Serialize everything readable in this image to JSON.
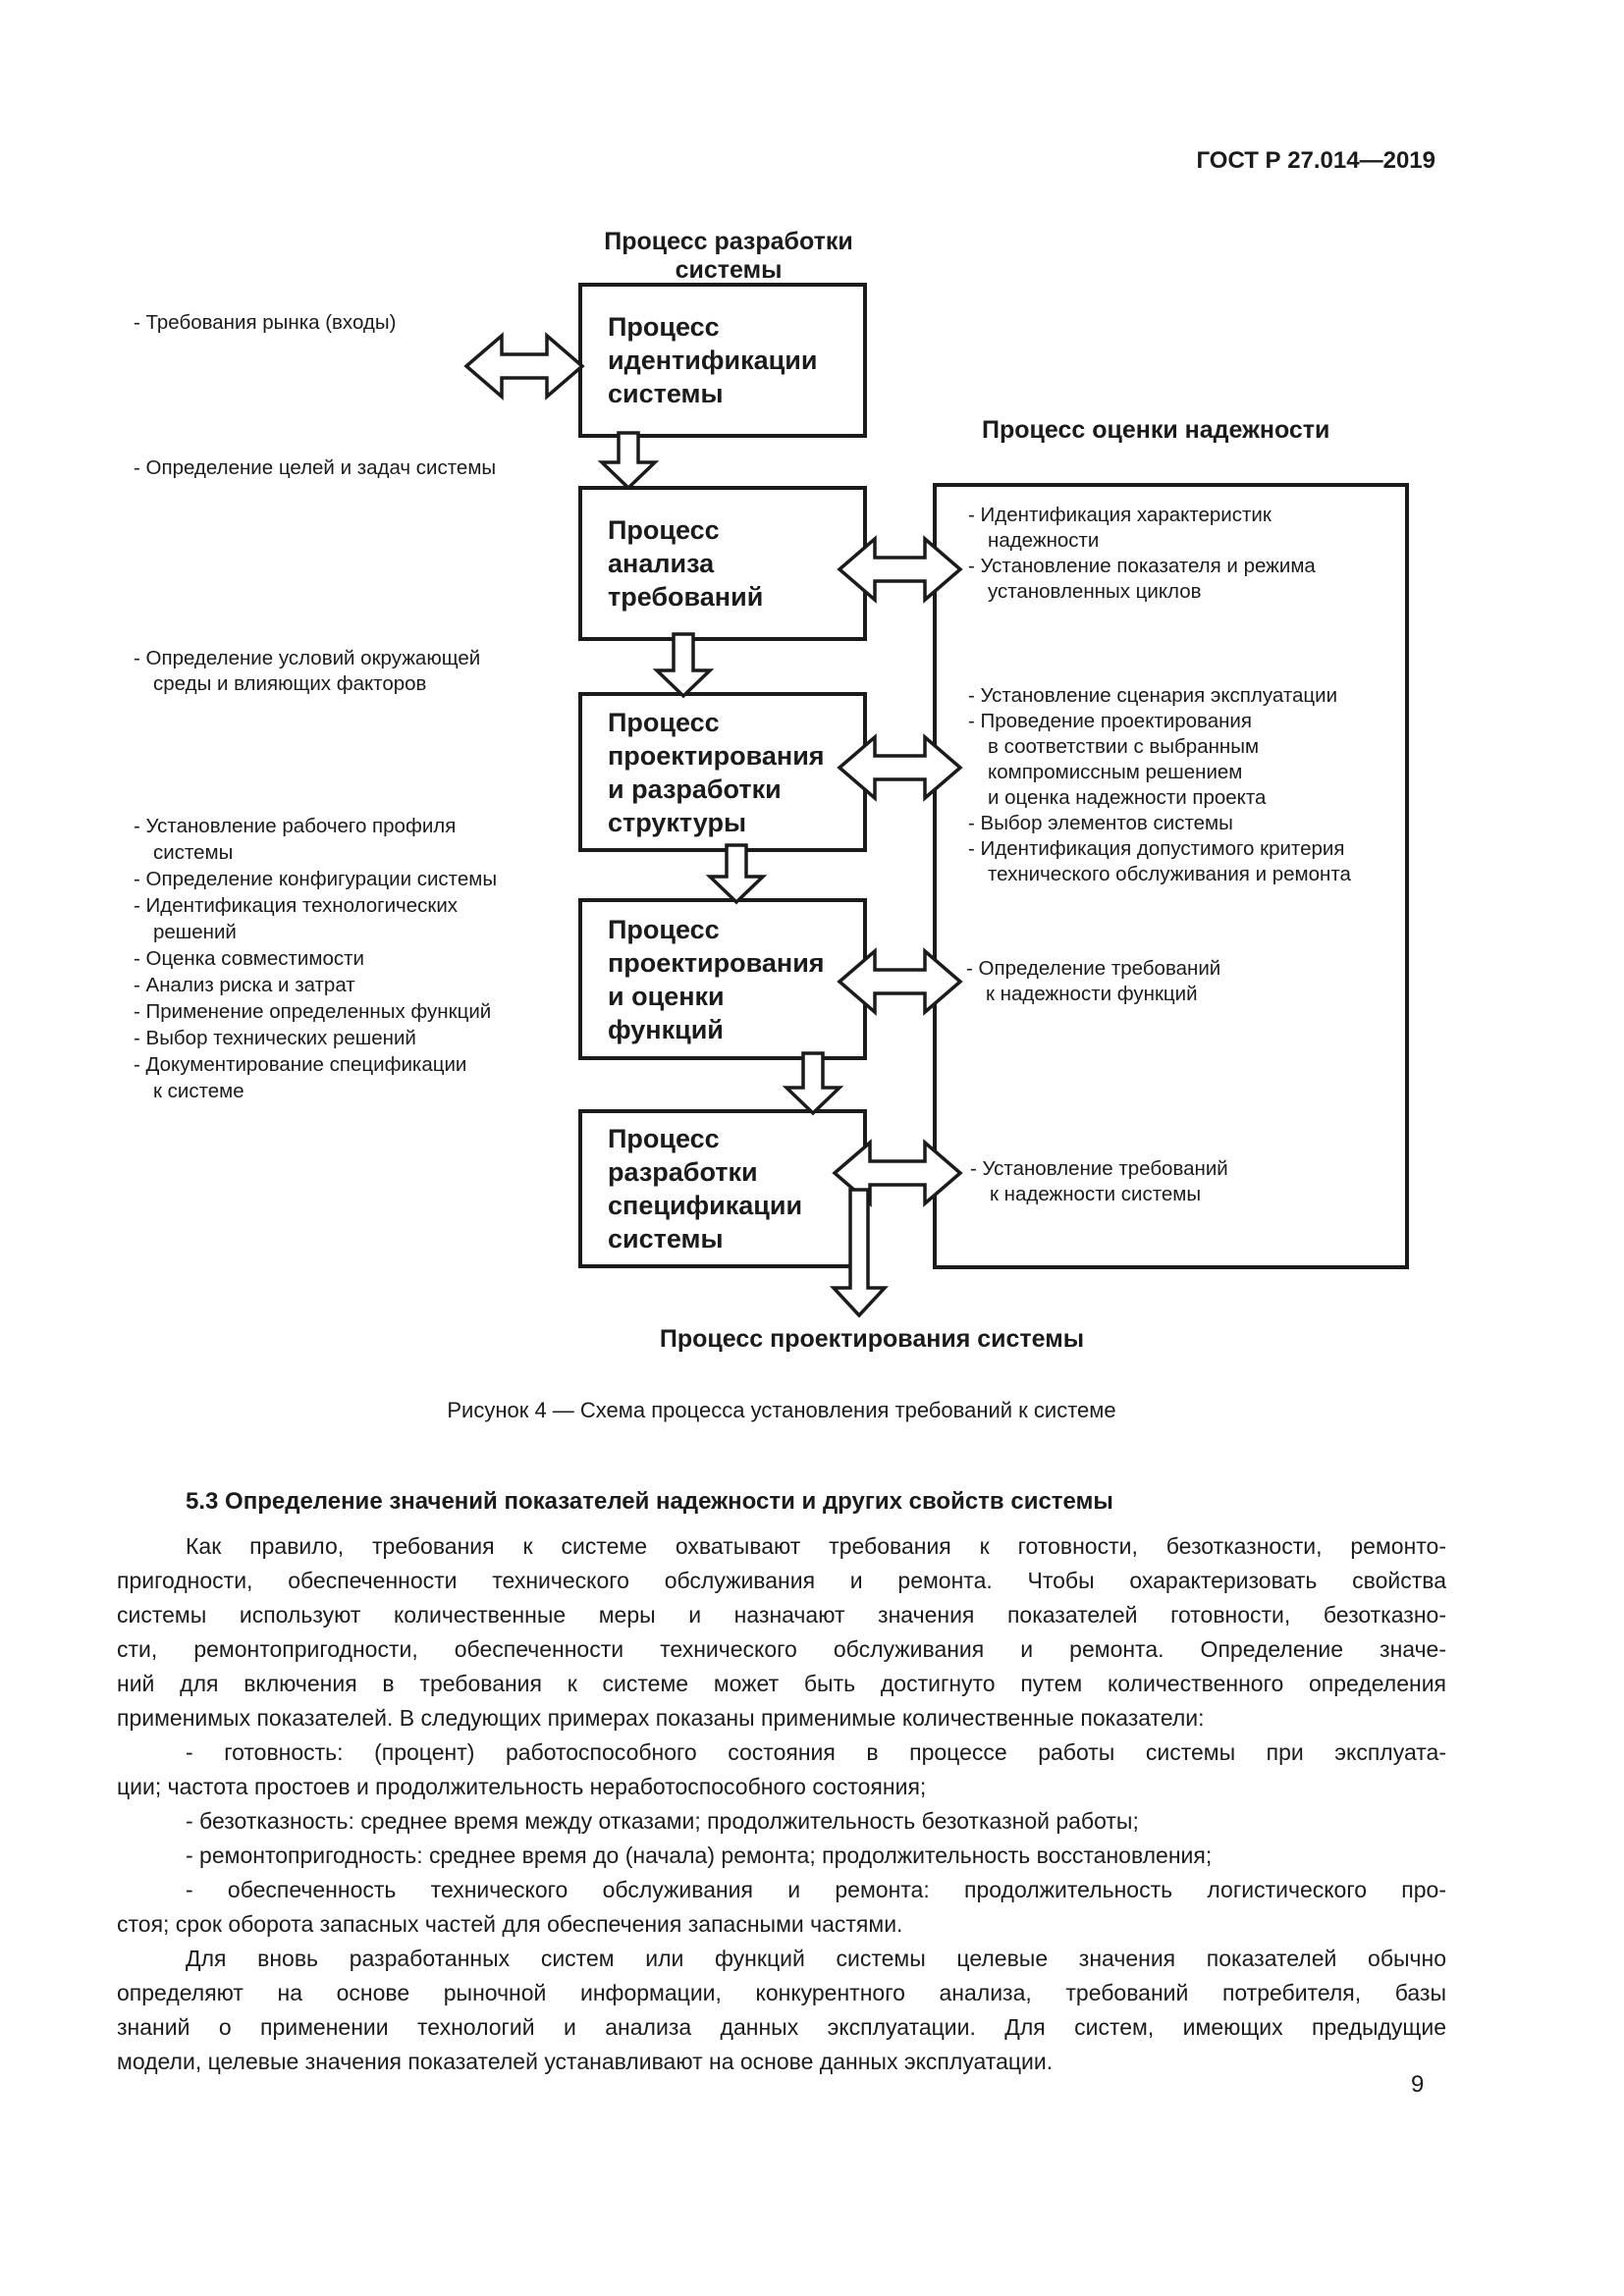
{
  "colors": {
    "ink": "#1b1b1b",
    "background": "#ffffff"
  },
  "page": {
    "header": "ГОСТ Р 27.014—2019",
    "page_number": "9"
  },
  "diagram": {
    "top_title": "Процесс разработки системы",
    "right_title": "Процесс оценки надежности",
    "bottom_title": "Процесс проектирования системы",
    "boxes": [
      {
        "label": "Процесс\nидентификации\nсистемы"
      },
      {
        "label": "Процесс\nанализа\nтребований"
      },
      {
        "label": "Процесс\nпроектирования\nи разработки\nструктуры"
      },
      {
        "label": "Процесс\nпроектирования\nи оценки\nфункций"
      },
      {
        "label": "Процесс\nразработки\nспецификации\nсистемы"
      }
    ],
    "left_note_1": "- Требования рынка (входы)",
    "left_note_2": "- Определение целей и задач системы",
    "left_note_3": "- Определение условий окружающей\nсреды и влияющих факторов",
    "left_list": [
      "- Установление рабочего профиля\nсистемы",
      "- Определение конфигурации системы",
      "- Идентификация технологических\nрешений",
      "- Оценка совместимости",
      "- Анализ риска и затрат",
      "- Применение определенных функций",
      "- Выбор технических решений",
      "- Документирование спецификации\nк системе"
    ],
    "right_group_1": [
      "- Идентификация характеристик\nнадежности",
      "- Установление показателя и режима\nустановленных циклов"
    ],
    "right_group_2": [
      "- Установление сценария эксплуатации",
      "- Проведение проектирования\nв соответствии с выбранным\nкомпромиссным решением\nи оценка  надежности проекта",
      "- Выбор элементов системы",
      "- Идентификация допустимого критерия\nтехнического обслуживания и ремонта"
    ],
    "right_note_3": "- Определение требований\nк надежности функций",
    "right_note_4": "- Установление требований\nк надежности системы"
  },
  "figure": {
    "caption": "Рисунок 4 — Схема процесса установления требований к системе"
  },
  "section": {
    "heading": "5.3 Определение значений показателей надежности и других свойств системы"
  },
  "body": {
    "paragraphs": [
      {
        "lines": [
          "Как правило, требования к системе охватывают требования к готовности, безотказности, ремонто-",
          "пригодности, обеспеченности технического обслуживания и ремонта. Чтобы охарактеризовать свойства",
          "системы используют количественные меры и назначают значения показателей готовности, безотказно-",
          "сти, ремонтопригодности, обеспеченности технического обслуживания и ремонта. Определение значе-",
          "ний для включения в требования к системе может быть достигнуто путем количественного определения",
          "применимых показателей. В следующих примерах показаны применимые количественные показатели:"
        ]
      },
      {
        "lines": [
          "- готовность: (процент) работоспособного состояния в процессе работы системы при эксплуата-",
          "ции; частота простоев и продолжительность неработоспособного состояния;"
        ]
      },
      {
        "lines": [
          "- безотказность: среднее время между отказами; продолжительность безотказной работы;"
        ]
      },
      {
        "lines": [
          "- ремонтопригодность: среднее время до (начала) ремонта; продолжительность  восстановления;"
        ]
      },
      {
        "lines": [
          "- обеспеченность технического обслуживания и ремонта: продолжительность логистического про-",
          "стоя; срок  оборота запасных частей для обеспечения запасными частями."
        ]
      },
      {
        "lines": [
          "Для вновь разработанных систем или функций системы целевые значения показателей обычно",
          "определяют на основе рыночной информации, конкурентного анализа, требований потребителя, базы",
          "знаний о применении технологий и анализа данных эксплуатации. Для систем, имеющих предыдущие",
          "модели, целевые значения показателей устанавливают на основе данных эксплуатации."
        ]
      }
    ]
  }
}
